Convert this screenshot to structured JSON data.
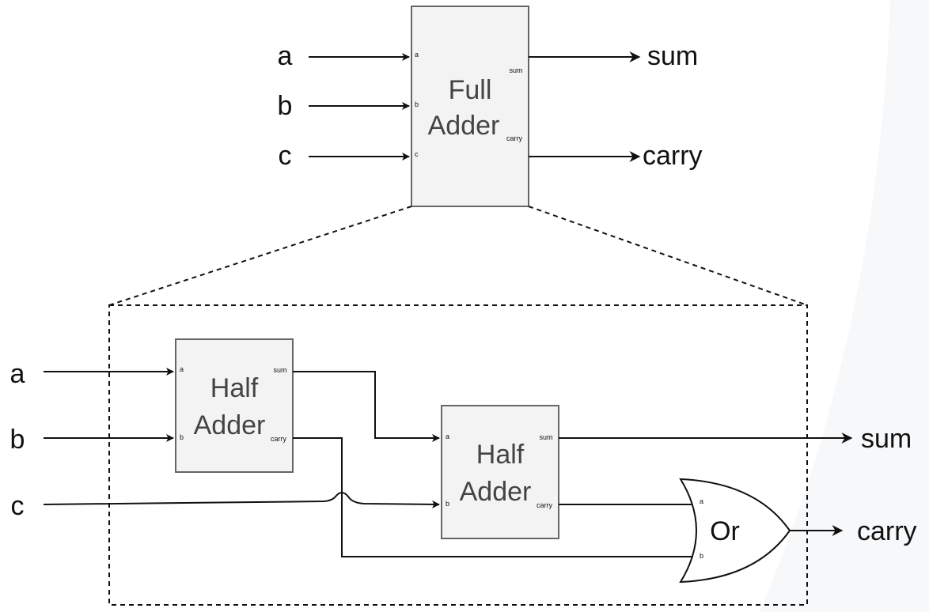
{
  "colors": {
    "box_fill": "#f3f3f3",
    "box_stroke": "#666666",
    "wire": "#111111",
    "backdrop": "#f7f8fa"
  },
  "top": {
    "inputs": [
      "a",
      "b",
      "c"
    ],
    "outputs": [
      "sum",
      "carry"
    ],
    "block": {
      "line1": "Full",
      "line2": "Adder",
      "sub": "carry",
      "ports": {
        "a": "a",
        "b": "b",
        "c": "c",
        "sum": "sum"
      }
    }
  },
  "detail": {
    "inputs": [
      "a",
      "b",
      "c"
    ],
    "outputs": [
      "sum",
      "carry"
    ],
    "half_adder_1": {
      "line1": "Half",
      "line2": "Adder",
      "sub": "carry",
      "ports": {
        "a": "a",
        "b": "b",
        "sum": "sum"
      }
    },
    "half_adder_2": {
      "line1": "Half",
      "line2": "Adder",
      "sub": "carry",
      "ports": {
        "a": "a",
        "b": "b",
        "sum": "sum"
      }
    },
    "or_gate": {
      "label": "Or",
      "ports": {
        "a": "a",
        "b": "b"
      }
    }
  }
}
